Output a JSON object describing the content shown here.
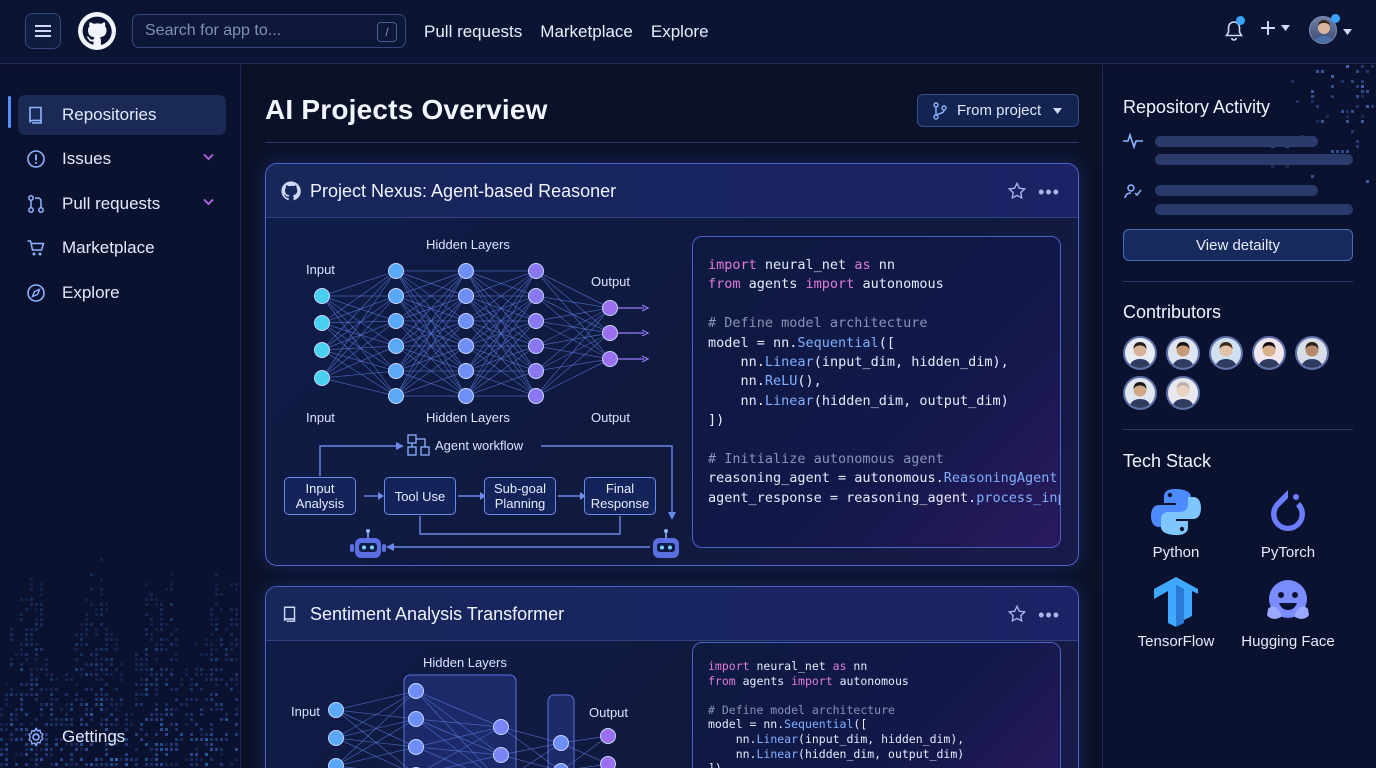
{
  "header": {
    "search_placeholder": "Search for app to...",
    "search_shortcut": "/",
    "nav": [
      "Pull requests",
      "Marketplace",
      "Explore"
    ]
  },
  "sidebar": {
    "items": [
      {
        "label": "Repositories",
        "icon": "repo-icon",
        "active": true
      },
      {
        "label": "Issues",
        "icon": "issue-icon",
        "expandable": true
      },
      {
        "label": "Pull requests",
        "icon": "pull-request-icon",
        "expandable": true
      },
      {
        "label": "Marketplace",
        "icon": "cart-icon"
      },
      {
        "label": "Explore",
        "icon": "compass-icon"
      }
    ],
    "footer_label": "Gettings"
  },
  "main": {
    "title": "AI Projects Overview",
    "from_button": "From project",
    "cards": [
      {
        "title": "Project Nexus: Agent-based Reasoner",
        "diagram": {
          "hidden_label": "Hidden Layers",
          "input_label": "Input",
          "output_label": "Output",
          "workflow_label": "Agent workflow",
          "steps": [
            "Input Analysis",
            "Tool Use",
            "Sub-goal Planning",
            "Final Response"
          ]
        },
        "code": [
          "import neural_net as nn",
          "from agents import autonomous",
          "",
          "# Define model architecture",
          "model = nn.Sequential([",
          "    nn.Linear(input_dim, hidden_dim),",
          "    nn.ReLU(),",
          "    nn.Linear(hidden_dim, output_dim)",
          "])",
          "",
          "# Initialize autonomous agent",
          "reasoning_agent = autonomous.ReasoningAgent(mode",
          "agent_response = reasoning_agent.process_input('"
        ]
      },
      {
        "title": "Sentiment Analysis Transformer",
        "diagram": {
          "hidden_label": "Hidden Layers",
          "input_label": "Input",
          "output_label": "Output"
        },
        "code": [
          "import neural_net as nn",
          "from agents import autonomous",
          "",
          "# Define model architecture",
          "model = nn.Sequential([",
          "    nn.Linear(input_dim, hidden_dim),",
          "    nn.Linear(hidden_dim, output_dim)",
          "])"
        ]
      }
    ]
  },
  "right_panel": {
    "activity_title": "Repository Activity",
    "view_button": "View detailty",
    "contributors_title": "Contributors",
    "contributor_count": 7,
    "tech_title": "Tech Stack",
    "tech": [
      {
        "label": "Python",
        "icon": "python-icon",
        "color": "#4b8bff"
      },
      {
        "label": "PyTorch",
        "icon": "pytorch-icon",
        "color": "#6a7dff"
      },
      {
        "label": "TensorFlow",
        "icon": "tensorflow-icon",
        "color": "#3fa9ff"
      },
      {
        "label": "Hugging Face",
        "icon": "hugging-face-icon",
        "color": "#7b8cff"
      }
    ]
  },
  "colors": {
    "accent": "#5b8cff",
    "background": "#0a1128",
    "card_border": "#4d62c9"
  }
}
